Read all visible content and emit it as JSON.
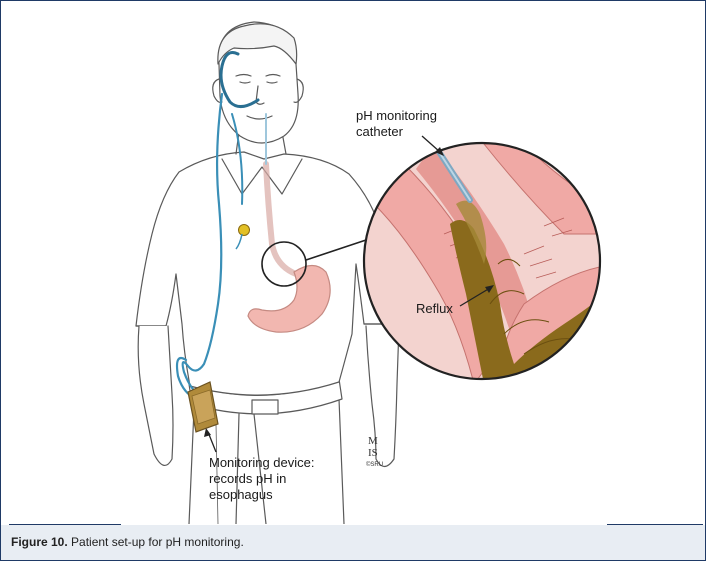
{
  "labels": {
    "catheter_line1": "pH monitoring",
    "catheter_line2": "catheter",
    "reflux": "Reflux",
    "device_line1": "Monitoring device:",
    "device_line2": "records pH in",
    "device_line3": "esophagus",
    "signature_line1": "M",
    "signature_line2": "IS",
    "signature_line3": "©SRU"
  },
  "caption": {
    "figure_label": "Figure 10.",
    "text": " Patient set-up for pH monitoring."
  },
  "colors": {
    "frame_border": "#1f3a66",
    "caption_bg": "#e8edf3",
    "catheter_blue": "#3a8fb7",
    "stomach_pink": "#f2b7b0",
    "reflux_brown": "#8a6a1c",
    "device_gold": "#b08a3a"
  },
  "icons": [
    "person-illustration",
    "stomach-icon",
    "magnifier-circle-icon",
    "monitoring-device-icon",
    "electrode-icon",
    "nasal-catheter-icon"
  ]
}
